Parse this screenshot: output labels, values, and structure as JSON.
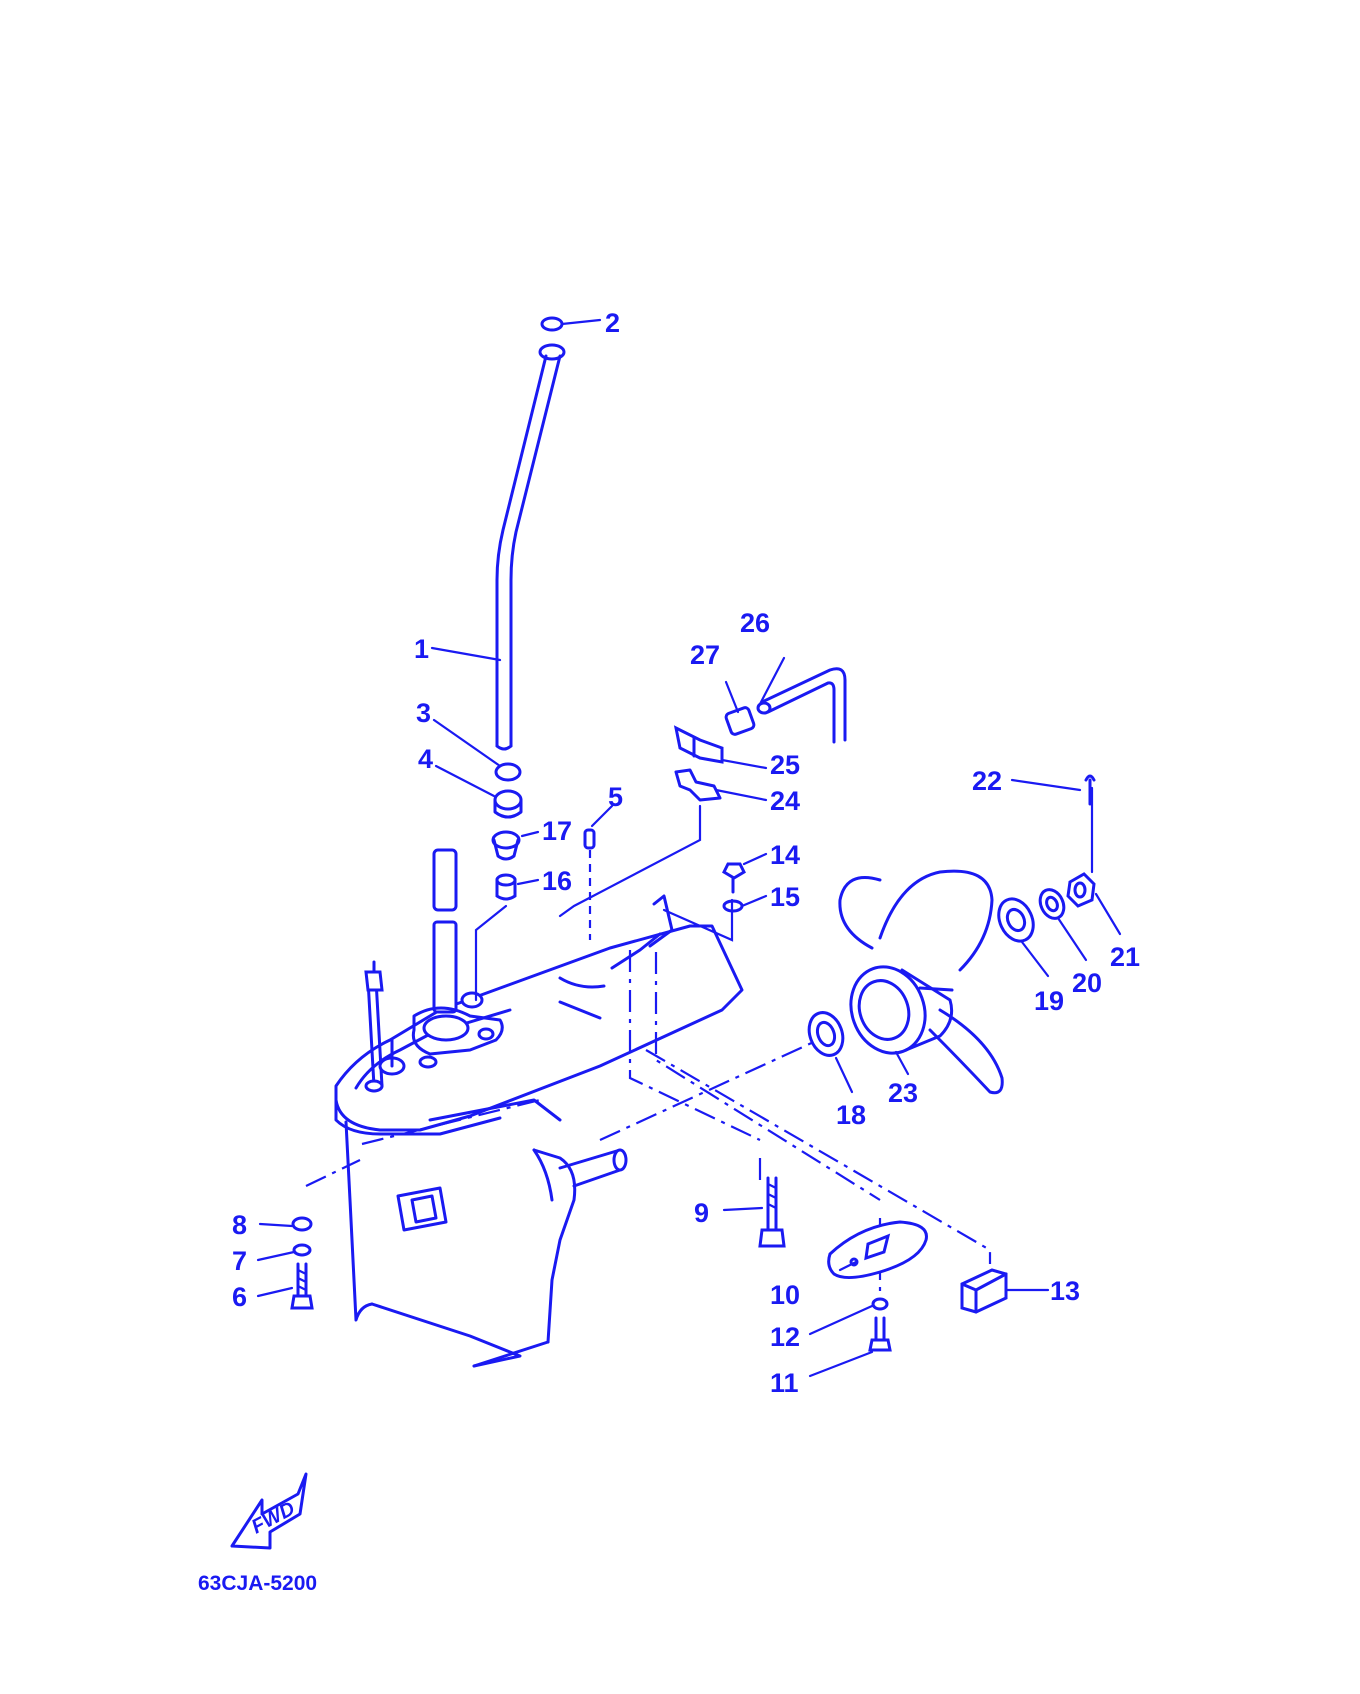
{
  "colors": {
    "line": "#1a1af2",
    "background": "#ffffff"
  },
  "diagram_code": "63CJA-5200",
  "fwd_label": "FWD",
  "labels": {
    "p1": "1",
    "p2": "2",
    "p3": "3",
    "p4": "4",
    "p5": "5",
    "p6": "6",
    "p7": "7",
    "p8": "8",
    "p9": "9",
    "p10": "10",
    "p11": "11",
    "p12": "12",
    "p13": "13",
    "p14": "14",
    "p15": "15",
    "p16": "16",
    "p17": "17",
    "p18": "18",
    "p19": "19",
    "p20": "20",
    "p21": "21",
    "p22": "22",
    "p23": "23",
    "p24": "24",
    "p25": "25",
    "p26": "26",
    "p27": "27"
  }
}
